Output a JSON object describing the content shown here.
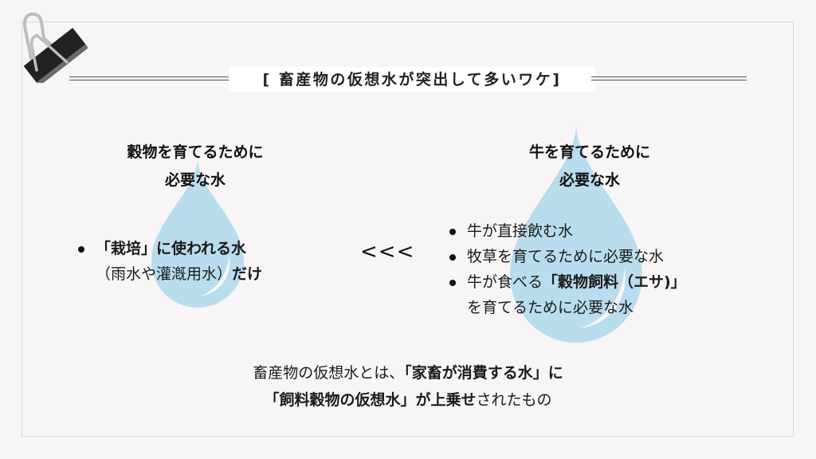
{
  "title": "[ 畜産物の仮想水が突出して多いワケ]",
  "colors": {
    "background": "#f7f5f5",
    "frame_border": "#d9d6d6",
    "drop": "#b9dcee",
    "drop_highlight": "#f7f5f5",
    "text": "#1b1b1b",
    "clip_body": "#222222",
    "clip_handle": "#bdbdbd"
  },
  "icons": {
    "binder_clip": "binder-clip-icon",
    "left_drop": "water-drop-icon",
    "right_drop": "water-drop-icon"
  },
  "left": {
    "heading_line1": "穀物を育てるために",
    "heading_line2": "必要な水",
    "bullets": [
      {
        "bold": "「栽培」に使われる水",
        "line2_normal": "（雨水や灌漑用水）",
        "line2_bold": "だけ"
      }
    ]
  },
  "comparison": "<<<",
  "right": {
    "heading_line1": "牛を育てるために",
    "heading_line2": "必要な水",
    "bullets": [
      {
        "text": "牛が直接飲む水"
      },
      {
        "text": "牧草を育てるために必要な水"
      },
      {
        "prefix": "牛が食べる",
        "bold": "「穀物飼料（エサ)」",
        "line2": "を育てるために必要な水"
      }
    ]
  },
  "summary": {
    "line1_normal": "畜産物の仮想水とは、",
    "line1_bold": "「家畜が消費する水」に",
    "line2_bold1": "「飼料穀物の仮想水」が上乗せ",
    "line2_normal": "されたもの"
  }
}
